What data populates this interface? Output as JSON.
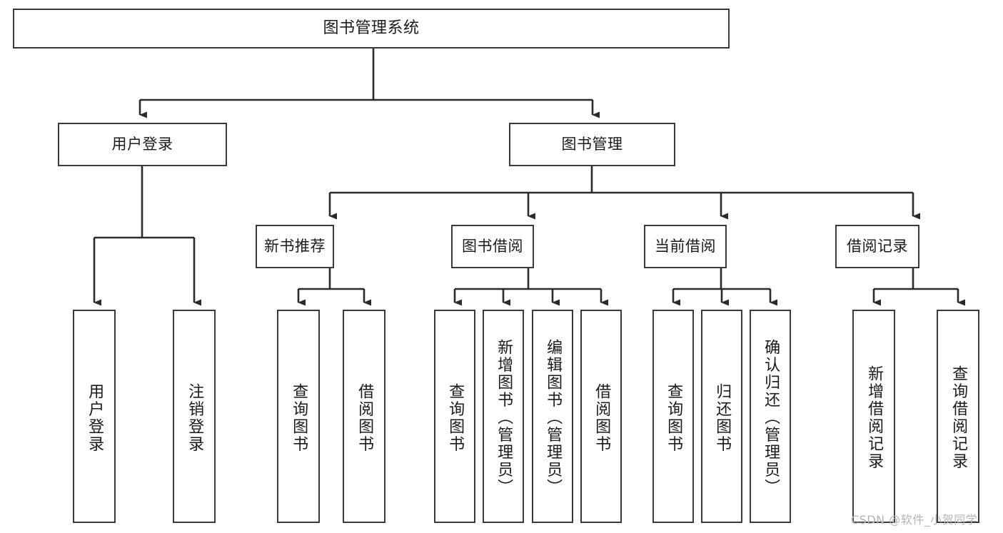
{
  "diagram": {
    "title": "图书管理系统",
    "type": "hierarchy-tree",
    "colors": {
      "box_border": "#3a3a3a",
      "box_fill": "#ffffff",
      "connector": "#2b2b2b",
      "text": "#1a1a1a",
      "watermark": "#b4b4b4"
    },
    "nodes": {
      "root": {
        "label": "图书管理系统"
      },
      "level1": [
        {
          "label": "用户登录"
        },
        {
          "label": "图书管理"
        }
      ],
      "level2": [
        {
          "label": "新书推荐"
        },
        {
          "label": "图书借阅"
        },
        {
          "label": "当前借阅"
        },
        {
          "label": "借阅记录"
        }
      ],
      "leaves": {
        "user_login": [
          {
            "label": "用户登录"
          },
          {
            "label": "注销登录"
          }
        ],
        "new_book_recommend": [
          {
            "label": "查询图书"
          },
          {
            "label": "借阅图书"
          }
        ],
        "book_borrow": [
          {
            "label": "查询图书"
          },
          {
            "label": "新增图书（管理员）"
          },
          {
            "label": "编辑图书（管理员）"
          },
          {
            "label": "借阅图书"
          }
        ],
        "current_borrow": [
          {
            "label": "查询图书"
          },
          {
            "label": "归还图书"
          },
          {
            "label": "确认归还（管理员）"
          }
        ],
        "borrow_record": [
          {
            "label": "新增借阅记录"
          },
          {
            "label": "查询借阅记录"
          }
        ]
      }
    },
    "watermark": "CSDN @软件_小贺同学"
  }
}
